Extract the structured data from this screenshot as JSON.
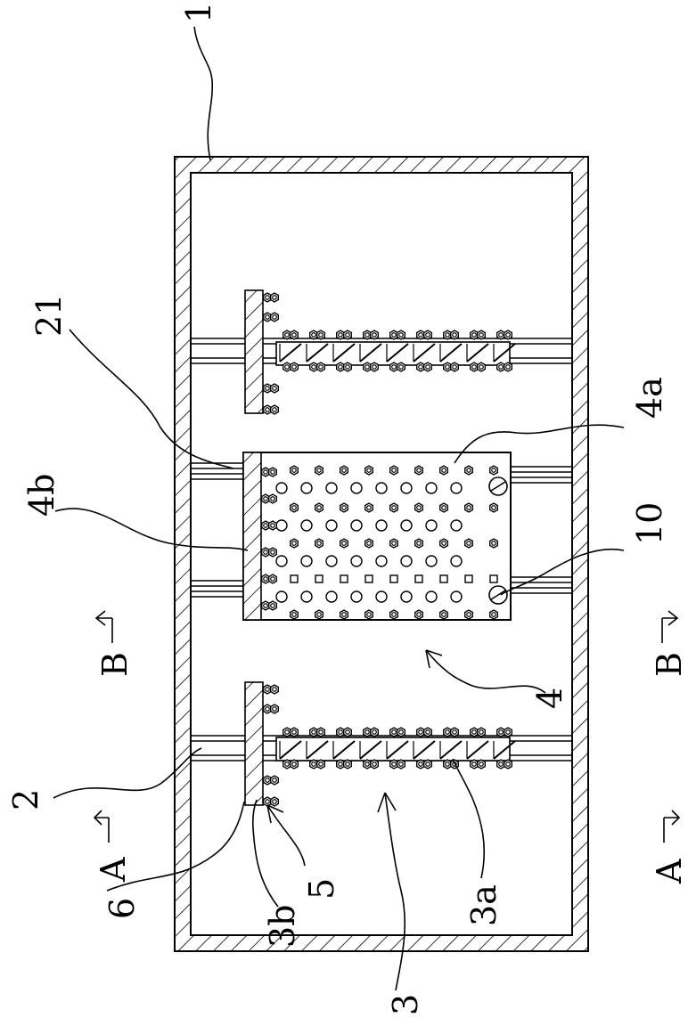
{
  "labels": {
    "l1": "1",
    "l21": "21",
    "l4b": "4b",
    "l4a": "4a",
    "l10": "10",
    "l4": "4",
    "lB_left": "B",
    "lB_right": "B",
    "l2": "2",
    "lA_left": "A",
    "lA_right": "A",
    "l6": "6",
    "l3b": "3b",
    "l5": "5",
    "l3a": "3a",
    "l3": "3"
  },
  "colors": {
    "ink": "#000000",
    "paper": "#ffffff"
  }
}
